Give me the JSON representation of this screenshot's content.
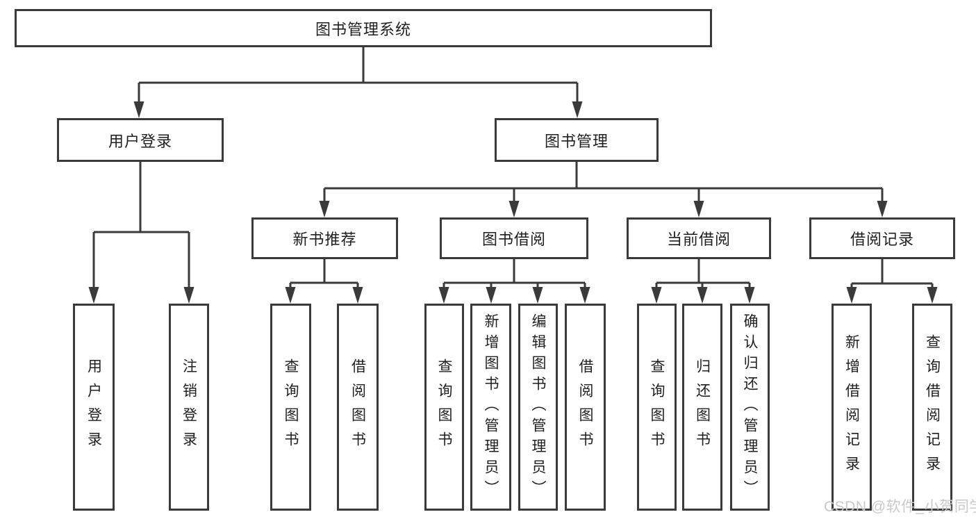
{
  "diagram": {
    "root": {
      "label": "图书管理系统"
    },
    "level2": [
      {
        "id": "user-login",
        "label": "用户登录"
      },
      {
        "id": "book-management",
        "label": "图书管理"
      }
    ],
    "level3": [
      {
        "id": "new-book-recommend",
        "label": "新书推荐"
      },
      {
        "id": "book-borrow",
        "label": "图书借阅"
      },
      {
        "id": "current-borrow",
        "label": "当前借阅"
      },
      {
        "id": "borrow-records",
        "label": "借阅记录"
      }
    ],
    "leaves": {
      "user_login": [
        "用户登录",
        "注销登录"
      ],
      "new_book_recommend": [
        "查询图书",
        "借阅图书"
      ],
      "book_borrow": [
        "查询图书",
        "新增图书（管理员）",
        "编辑图书（管理员）",
        "借阅图书"
      ],
      "current_borrow": [
        "查询图书",
        "归还图书",
        "确认归还（管理员）"
      ],
      "borrow_records": [
        "新增借阅记录",
        "查询借阅记录"
      ]
    }
  },
  "watermark": {
    "text": "CSDN @软件_小贺同学"
  },
  "colors": {
    "line": "#3a3a3a",
    "text": "#1f1f1f",
    "watermark": "#c9c9c9",
    "background": "#ffffff"
  }
}
